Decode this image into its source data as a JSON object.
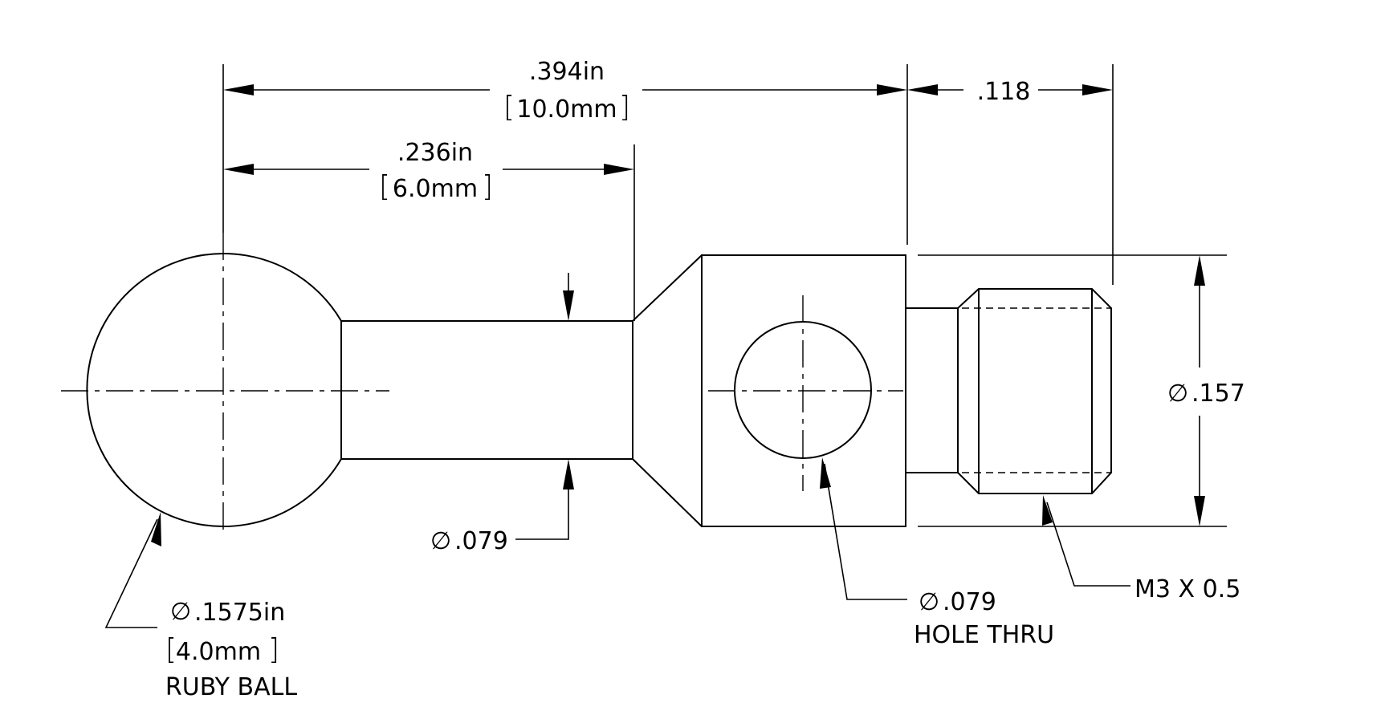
{
  "dimensions": {
    "overall_length_in": ".394in",
    "overall_length_mm": "10.0mm",
    "stem_length_in": ".236in",
    "stem_length_mm": "6.0mm",
    "thread_length": ".118",
    "body_diameter": ".157",
    "stem_diameter": ".079"
  },
  "callouts": {
    "ball_diameter_in": ".1575in",
    "ball_diameter_mm": "4.0mm",
    "ball_material": "RUBY BALL",
    "hole_diameter": ".079",
    "hole_note": "HOLE THRU",
    "thread_spec": "M3 X 0.5"
  },
  "symbols": {
    "diameter_symbol": "∅",
    "bracket_open": "[",
    "bracket_close": "]"
  }
}
